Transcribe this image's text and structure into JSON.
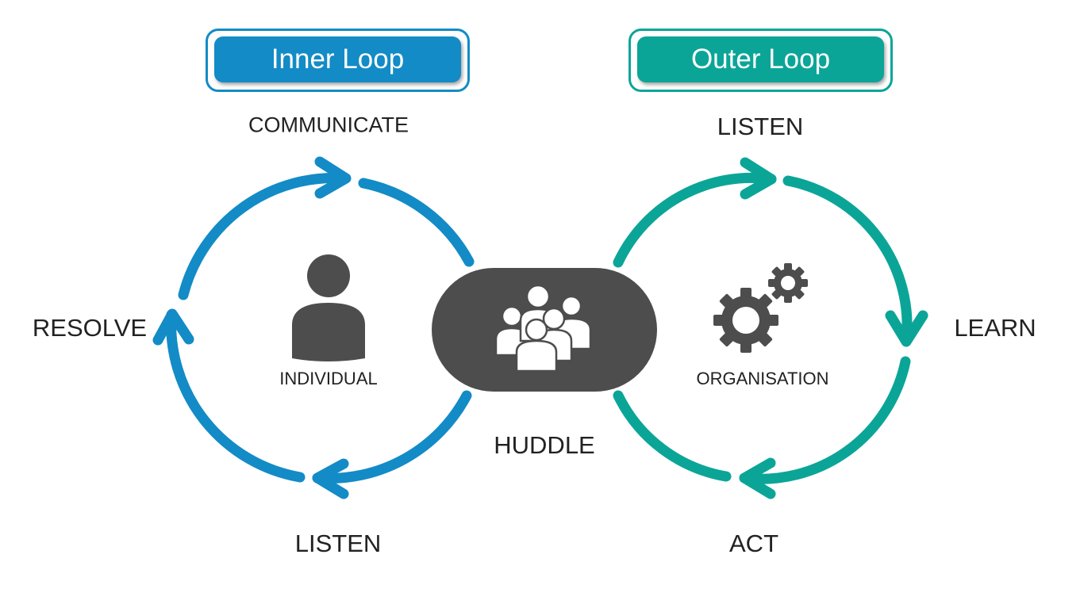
{
  "inner_loop": {
    "title": "Inner Loop",
    "color": "#138bc6",
    "center_label": "INDIVIDUAL",
    "center_icon": "person-icon",
    "stages": {
      "top": "COMMUNICATE",
      "left": "RESOLVE",
      "bottom": "LISTEN"
    }
  },
  "outer_loop": {
    "title": "Outer Loop",
    "color": "#0ba598",
    "center_label": "ORGANISATION",
    "center_icon": "gears-icon",
    "stages": {
      "top": "LISTEN",
      "right": "LEARN",
      "bottom": "ACT"
    }
  },
  "hub": {
    "label": "HUDDLE",
    "icon": "group-icon",
    "color": "#4d4d4d"
  }
}
